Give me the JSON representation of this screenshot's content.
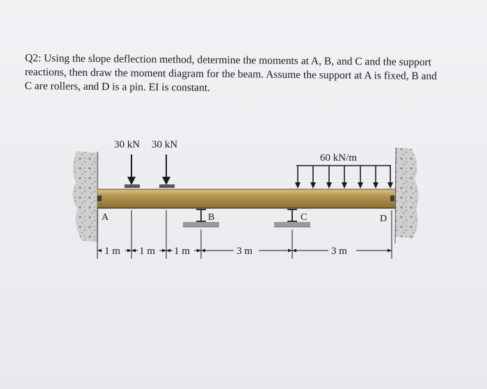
{
  "question": {
    "lines": [
      "Q2: Using the slope deflection method, determine the moments at A, B, and C and the support",
      "reactions, then draw the moment diagram for the beam. Assume the support at A is fixed, B and",
      "C are rollers, and D is a pin. EI is constant."
    ]
  },
  "figure": {
    "loads": {
      "point_load_1": "30 kN",
      "point_load_2": "30 kN",
      "distributed_load": "60 kN/m"
    },
    "supports": {
      "a": "A",
      "b": "B",
      "c": "C",
      "d": "D"
    },
    "dimensions": {
      "d1": "1 m",
      "d2": "1 m",
      "d3": "1 m",
      "d4": "3 m",
      "d5": "3 m"
    },
    "colors": {
      "beam": "#a98a4a",
      "wall": "#c9c9c9",
      "background": "#eef0f3"
    }
  }
}
